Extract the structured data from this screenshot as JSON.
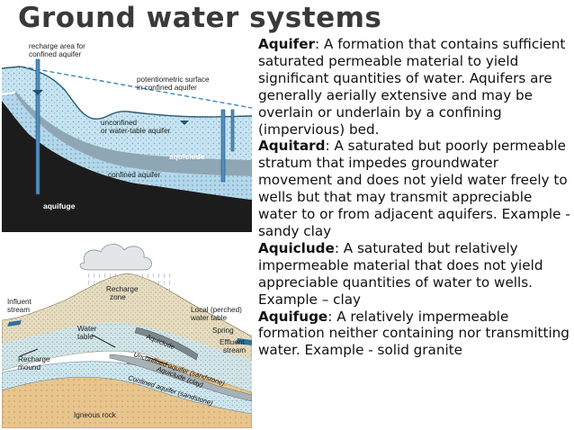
{
  "title": "Ground water systems",
  "figure_top": {
    "labels": {
      "recharge_area": [
        "recharge area for",
        "confined aquifer"
      ],
      "potentiometric": [
        "potentiometric surface",
        "in confined aquifer"
      ],
      "unconfined": [
        "unconfined",
        "or water-table aquifer"
      ],
      "aquiclude": "aquiclude",
      "confined": "confined aquifer",
      "aquifuge": "aquifuge"
    }
  },
  "figure_bottom": {
    "labels": {
      "recharge_zone": [
        "Recharge",
        "zone"
      ],
      "influent_stream": [
        "Influent",
        "stream"
      ],
      "local_perched": [
        "Local (perched)",
        "water table"
      ],
      "spring": "Spring",
      "water_table": [
        "Water",
        "table"
      ],
      "effluent_stream": [
        "Effluent",
        "stream"
      ],
      "aquiclude": "Aquiclude",
      "recharge_mound": [
        "Recharge",
        "mound"
      ],
      "unconfined_aquifer": "Unconfined aquifer (sandstone)",
      "aquiclude_clay": "Aquiclude (clay)",
      "confined_aquifer": "Confined aquifer (sandstone)",
      "igneous_rock": "Igneous rock"
    }
  },
  "definitions": [
    {
      "term": "Aquifer",
      "text": ": A formation that contains sufficient saturated permeable material to yield significant quantities of water. Aquifers are generally aerially extensive and may be overlain or underlain by a confining (impervious) bed."
    },
    {
      "term": "Aquitard",
      "text": ": A saturated but poorly permeable stratum that impedes groundwater movement and does not yield water freely to wells but that may transmit appreciable water to or from adjacent aquifers. Example - sandy clay"
    },
    {
      "term": "Aquiclude",
      "text": ": A saturated but relatively impermeable material that does not yield appreciable quantities of water to wells. Example – clay"
    },
    {
      "term": "Aquifuge",
      "text": ": A relatively impermeable formation neither containing nor transmitting water. Example - solid granite"
    }
  ],
  "colors": {
    "water": "#bfe0ef",
    "aquiclude_band": "#8fa7b5",
    "aquifuge": "#1c1c1c",
    "title": "#3a3a3a"
  }
}
